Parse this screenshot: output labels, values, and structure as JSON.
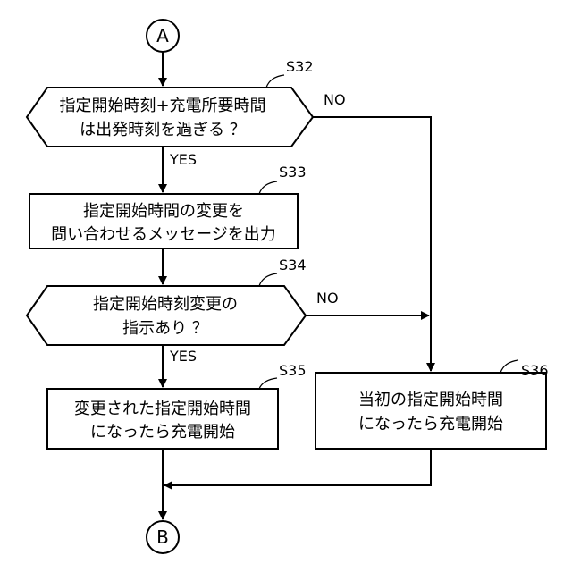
{
  "connectors": {
    "start": "A",
    "end": "B"
  },
  "steps": {
    "s32": {
      "id": "S32",
      "line1": "指定開始時刻+充電所要時間",
      "line2": "は出発時刻を過ぎる ？"
    },
    "s33": {
      "id": "S33",
      "line1": "指定開始時間の変更を",
      "line2": "問い合わせるメッセージを出力"
    },
    "s34": {
      "id": "S34",
      "line1": "指定開始時刻変更の",
      "line2": "指示あり ？"
    },
    "s35": {
      "id": "S35",
      "line1": "変更された指定開始時間",
      "line2": "になったら充電開始"
    },
    "s36": {
      "id": "S36",
      "line1": "当初の指定開始時間",
      "line2": "になったら充電開始"
    }
  },
  "branches": {
    "s32_yes": "YES",
    "s32_no": "NO",
    "s34_yes": "YES",
    "s34_no": "NO"
  }
}
